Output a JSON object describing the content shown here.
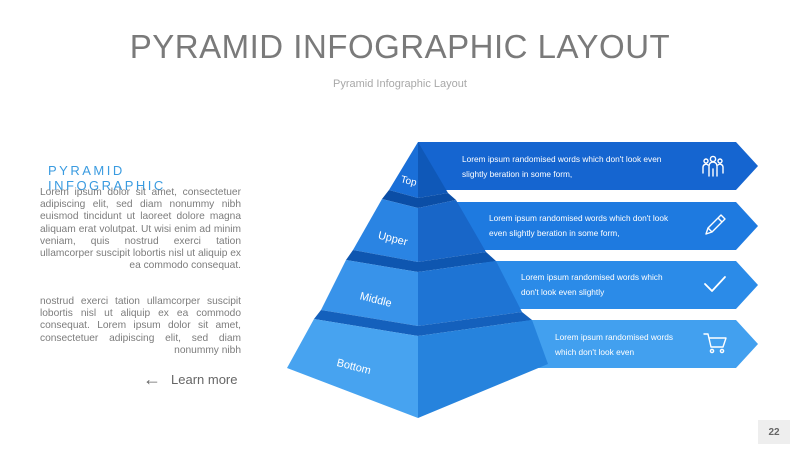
{
  "title": "PYRAMID INFOGRAPHIC LAYOUT",
  "subtitle": "Pyramid Infographic Layout",
  "left": {
    "heading": "PYRAMID INFOGRAPHIC",
    "paragraph1": "Lorem ipsum dolor sit amet, consectetuer adipiscing elit, sed diam nonummy nibh euismod tincidunt ut laoreet dolore magna aliquam erat volutpat. Ut wisi enim ad minim veniam, quis nostrud exerci tation ullamcorper suscipit lobortis nisl ut aliquip ex ea commodo consequat.",
    "paragraph2": "nostrud exerci tation ullamcorper suscipit lobortis nisl ut aliquip ex ea commodo consequat. Lorem ipsum dolor sit amet, consectetuer adipiscing elit, sed diam nonummy nibh",
    "learn_more": "Learn more",
    "learn_icon": "arrow-left-icon"
  },
  "pyramid": {
    "levels": [
      {
        "label": "Top",
        "text": "Lorem ipsum randomised words which don't look even slightly beration in some form,",
        "icon": "team-icon",
        "color": "#1565d0"
      },
      {
        "label": "Upper",
        "text": "Lorem ipsum randomised words which don't look even slightly beration in some form,",
        "icon": "pencil-icon",
        "color": "#1e7ae0"
      },
      {
        "label": "Middle",
        "text": "Lorem ipsum randomised words which don't look even slightly",
        "icon": "checkmark-icon",
        "color": "#2b8be8"
      },
      {
        "label": "Bottom",
        "text": "Lorem ipsum randomised words which don't look even",
        "icon": "shopping-cart-icon",
        "color": "#42a0ef"
      }
    ]
  },
  "page_number": "22"
}
